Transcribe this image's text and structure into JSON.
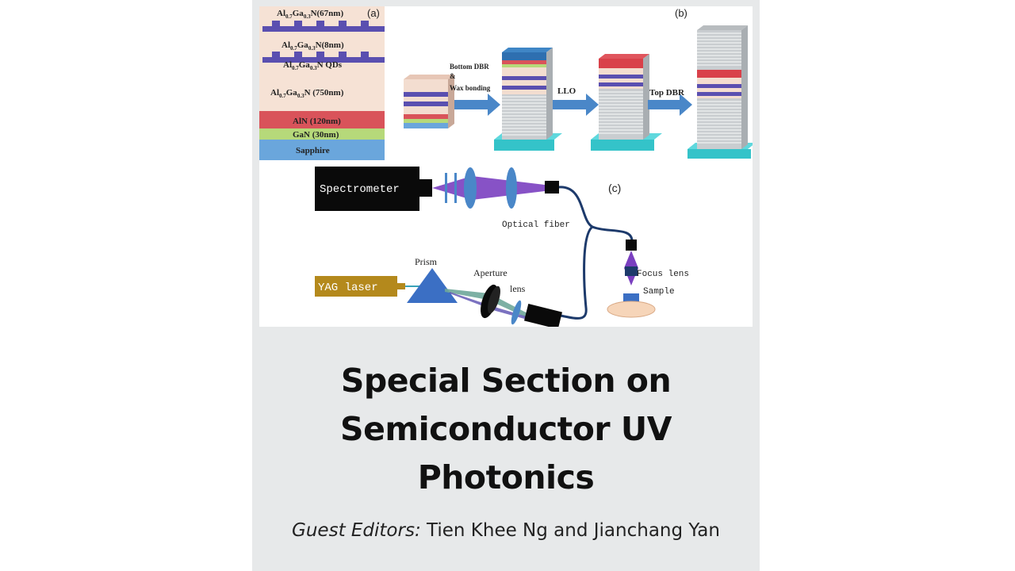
{
  "figure": {
    "panel_a": {
      "label": "(a)",
      "layers": [
        {
          "name": "Al0.7Ga0.3N(67nm)",
          "sub": [
            "Al",
            "0.7",
            "Ga",
            "0.3",
            "N(67nm)"
          ],
          "color": "#f6e2d5"
        },
        {
          "name": "Al0.7Ga0.3N(8nm)",
          "sub": [
            "Al",
            "0.7",
            "Ga",
            "0.3",
            "N(8nm)"
          ],
          "color": "#f6e2d5"
        },
        {
          "name": "Al0.7Ga0.3N QDs",
          "sub": [
            "Al",
            "0.7",
            "Ga",
            "0.3",
            "N QDs"
          ],
          "color": "#f6e2d5"
        },
        {
          "name": "Al0.7Ga0.3N (750nm)",
          "sub": [
            "Al",
            "0.7",
            "Ga",
            "0.3",
            "N (750nm)"
          ],
          "color": "#f6e2d5"
        },
        {
          "name": "AlN (120nm)",
          "color": "#d9535a"
        },
        {
          "name": "GaN (30nm)",
          "color": "#b6d97a"
        },
        {
          "name": "Sapphire",
          "color": "#6aa6dc"
        }
      ]
    },
    "panel_b": {
      "label": "(b)",
      "step1": "Bottom DBR",
      "step1_amp": "&",
      "step1_b": "Wax bonding",
      "step2": "LLO",
      "step3": "Top DBR"
    },
    "panel_c": {
      "label": "(c)",
      "spectrometer": "Spectrometer",
      "optical_fiber": "Optical fiber",
      "prism": "Prism",
      "aperture": "Aperture",
      "lens": "lens",
      "laser": "YAG laser",
      "focus_lens": "Focus lens",
      "sample": "Sample"
    },
    "colors": {
      "arrow": "#4a87c8",
      "dbr": "#c9cdd0",
      "base": "#34c3c9",
      "qd": "#5a4fb0",
      "beam": "#7a3fc0"
    }
  },
  "title_lines": [
    "Special Section on",
    "Semiconductor UV",
    "Photonics"
  ],
  "editors": {
    "prefix": "Guest Editors:",
    "names": "Tien Khee Ng and Jianchang Yan"
  }
}
